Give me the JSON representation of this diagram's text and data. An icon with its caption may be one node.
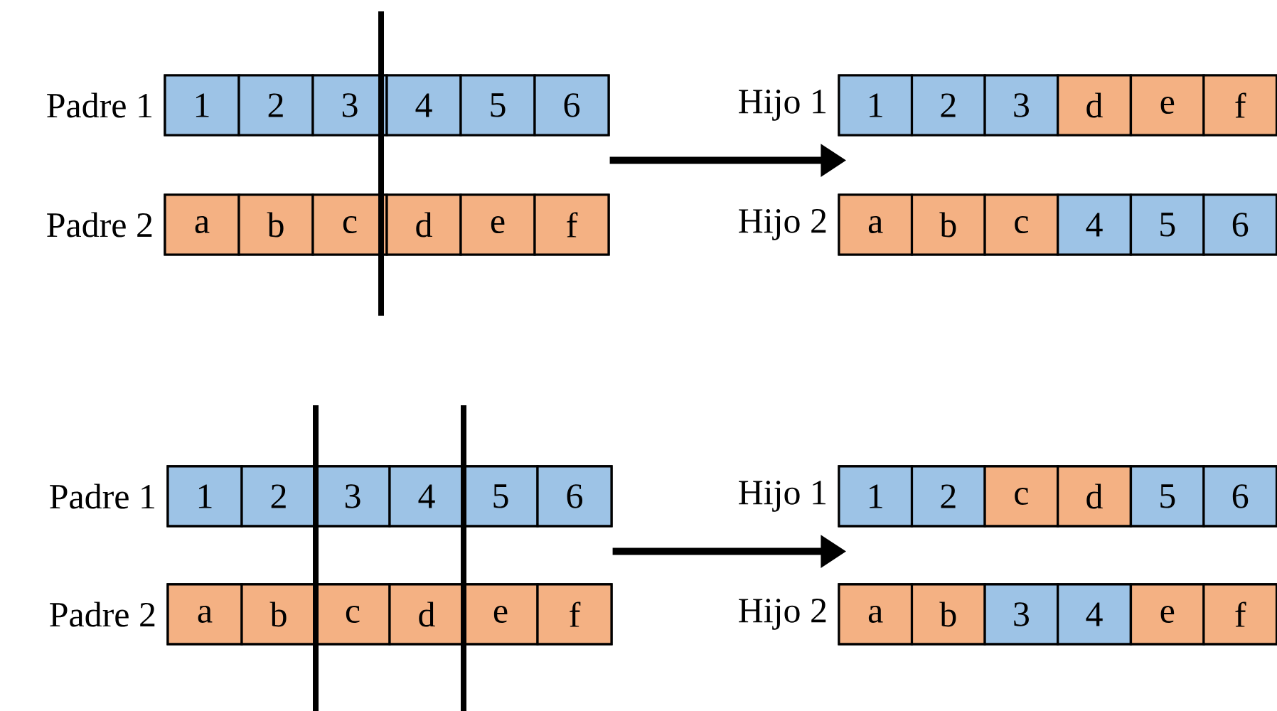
{
  "diagram": {
    "nodes": [
      {
        "text": [
          "Padre 1"
        ]
      },
      {
        "text": [
          "1"
        ],
        "in": 0
      },
      {
        "text": [
          "2"
        ],
        "in": 0
      },
      {
        "text": [
          "3"
        ],
        "in": 0
      },
      {
        "text": [
          "4"
        ],
        "in": 0
      },
      {
        "text": [
          "5"
        ],
        "in": 0
      },
      {
        "text": [
          "6"
        ],
        "in": 0
      },
      {
        "text": [
          "Hijo 1"
        ]
      },
      {
        "text": [
          "1"
        ],
        "in": 7
      },
      {
        "text": [
          "2"
        ],
        "in": 7
      },
      {
        "text": [
          "3"
        ],
        "in": 7
      },
      {
        "text": [
          "d"
        ],
        "in": 7
      },
      {
        "text": [
          "e"
        ],
        "in": 7
      },
      {
        "text": [
          "f"
        ],
        "in": 7
      },
      {
        "text": [
          "Padre 2"
        ]
      },
      {
        "text": [
          "a"
        ],
        "in": 14
      },
      {
        "text": [
          "b"
        ],
        "in": 14
      },
      {
        "text": [
          "c"
        ],
        "in": 14
      },
      {
        "text": [
          "d"
        ],
        "in": 14
      },
      {
        "text": [
          "e"
        ],
        "in": 14
      },
      {
        "text": [
          "f"
        ],
        "in": 14
      },
      {
        "text": [
          "Hijo 2"
        ]
      },
      {
        "text": [
          "a"
        ],
        "in": 21
      },
      {
        "text": [
          "b"
        ],
        "in": 21
      },
      {
        "text": [
          "c"
        ],
        "in": 21
      },
      {
        "text": [
          "4"
        ],
        "in": 21
      },
      {
        "text": [
          "5"
        ],
        "in": 21
      },
      {
        "text": [
          "6"
        ],
        "in": 21
      },
      {
        "text": [
          "Padre 1"
        ]
      },
      {
        "text": [
          "1"
        ],
        "in": 28
      },
      {
        "text": [
          "2"
        ],
        "in": 28
      },
      {
        "text": [
          "3"
        ],
        "in": 28
      },
      {
        "text": [
          "4"
        ],
        "in": 28
      },
      {
        "text": [
          "5"
        ],
        "in": 28
      },
      {
        "text": [
          "6"
        ],
        "in": 28
      },
      {
        "text": [
          "Hijo 1"
        ]
      },
      {
        "text": [
          "1"
        ],
        "in": 35
      },
      {
        "text": [
          "2"
        ],
        "in": 35
      },
      {
        "text": [
          "c"
        ],
        "in": 35
      },
      {
        "text": [
          "d"
        ],
        "in": 35
      },
      {
        "text": [
          "5"
        ],
        "in": 35
      },
      {
        "text": [
          "6"
        ],
        "in": 35
      },
      {
        "text": [
          "Padre 2"
        ]
      },
      {
        "text": [
          "a"
        ],
        "in": 42
      },
      {
        "text": [
          "b"
        ],
        "in": 42
      },
      {
        "text": [
          "c"
        ],
        "in": 42
      },
      {
        "text": [
          "d"
        ],
        "in": 42
      },
      {
        "text": [
          "e"
        ],
        "in": 42
      },
      {
        "text": [
          "f"
        ],
        "in": 42
      },
      {
        "text": [
          "Hijo 2"
        ]
      },
      {
        "text": [
          "a"
        ],
        "in": 49
      },
      {
        "text": [
          "b"
        ],
        "in": 49
      },
      {
        "text": [
          "3"
        ],
        "in": 49
      },
      {
        "text": [
          "4"
        ],
        "in": 49
      },
      {
        "text": [
          "e"
        ],
        "in": 49
      },
      {
        "text": [
          "f"
        ],
        "in": 49
      }
    ],
    "edges": [
      {
        "from": 0,
        "to": 7,
        "arrow": "to"
      },
      {
        "from": 28,
        "to": 35,
        "arrow": "to"
      }
    ]
  }
}
